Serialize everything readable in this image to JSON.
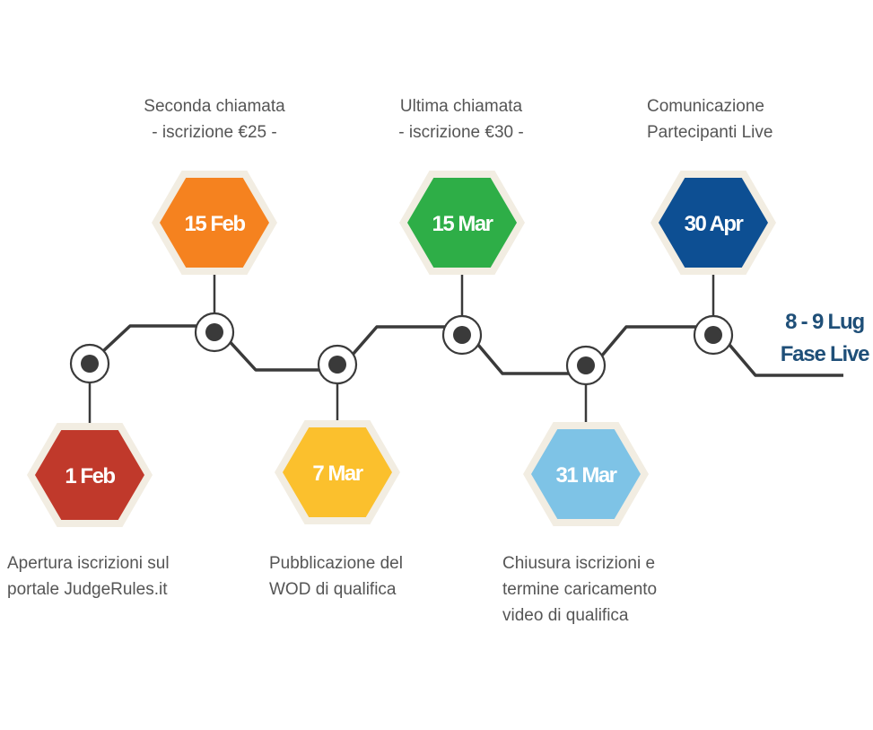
{
  "colors": {
    "line": "#3a3a3a",
    "hex_border": "#f2ede2",
    "final_text": "#1f4f78",
    "caption_text": "#555555"
  },
  "milestones": [
    {
      "date": "1 Feb",
      "color": "#c0392b",
      "caption": [
        "Apertura iscrizioni sul",
        "portale JudgeRules.it"
      ]
    },
    {
      "date": "15 Feb",
      "color": "#f5821f",
      "caption": [
        "Seconda chiamata",
        "- iscrizione €25 -"
      ]
    },
    {
      "date": "7 Mar",
      "color": "#fbc02d",
      "caption": [
        "Pubblicazione del",
        "WOD di qualifica"
      ]
    },
    {
      "date": "15 Mar",
      "color": "#2eae47",
      "caption": [
        "Ultima chiamata",
        "- iscrizione €30 -"
      ]
    },
    {
      "date": "31 Mar",
      "color": "#7ec3e6",
      "caption": [
        "Chiusura iscrizioni e",
        "termine caricamento",
        "video di qualifica"
      ]
    },
    {
      "date": "30 Apr",
      "color": "#0d4f93",
      "caption": [
        "Comunicazione",
        "Partecipanti Live"
      ]
    }
  ],
  "final": {
    "line1": "8 - 9 Lug",
    "line2": "Fase Live"
  }
}
